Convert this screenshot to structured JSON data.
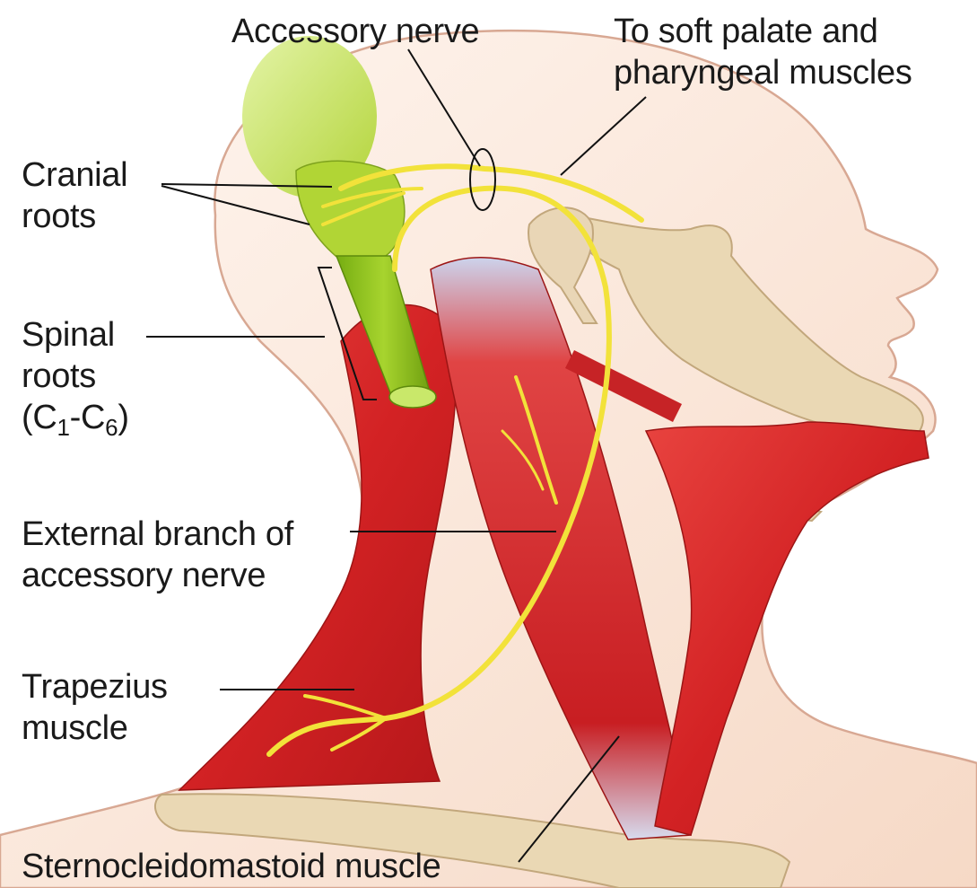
{
  "labels": {
    "accessory_nerve": "Accessory nerve",
    "to_soft_palate": [
      "To soft palate and",
      "pharyngeal muscles"
    ],
    "cranial_roots": [
      "Cranial",
      "roots"
    ],
    "spinal_roots": {
      "line1": "Spinal",
      "line2": "roots",
      "line3_open": "(C",
      "line3_sub1": "1",
      "line3_mid": "-C",
      "line3_sub2": "6",
      "line3_close": ")"
    },
    "external_branch": [
      "External branch of",
      "accessory nerve"
    ],
    "trapezius": [
      "Trapezius",
      "muscle"
    ],
    "sternocleidomastoid": "Sternocleidomastoid muscle"
  },
  "colors": {
    "skin": "#fbe6d9",
    "skin_outline": "#c89a86",
    "muscle": "#d8282a",
    "muscle_dark": "#a81616",
    "tendon": "#dfe3f1",
    "nerve": "#f2e23a",
    "brainstem": "#b6d838",
    "spinal_cord": "#8fc21e",
    "bone": "#e8d4ae",
    "leader_line": "#111111"
  }
}
